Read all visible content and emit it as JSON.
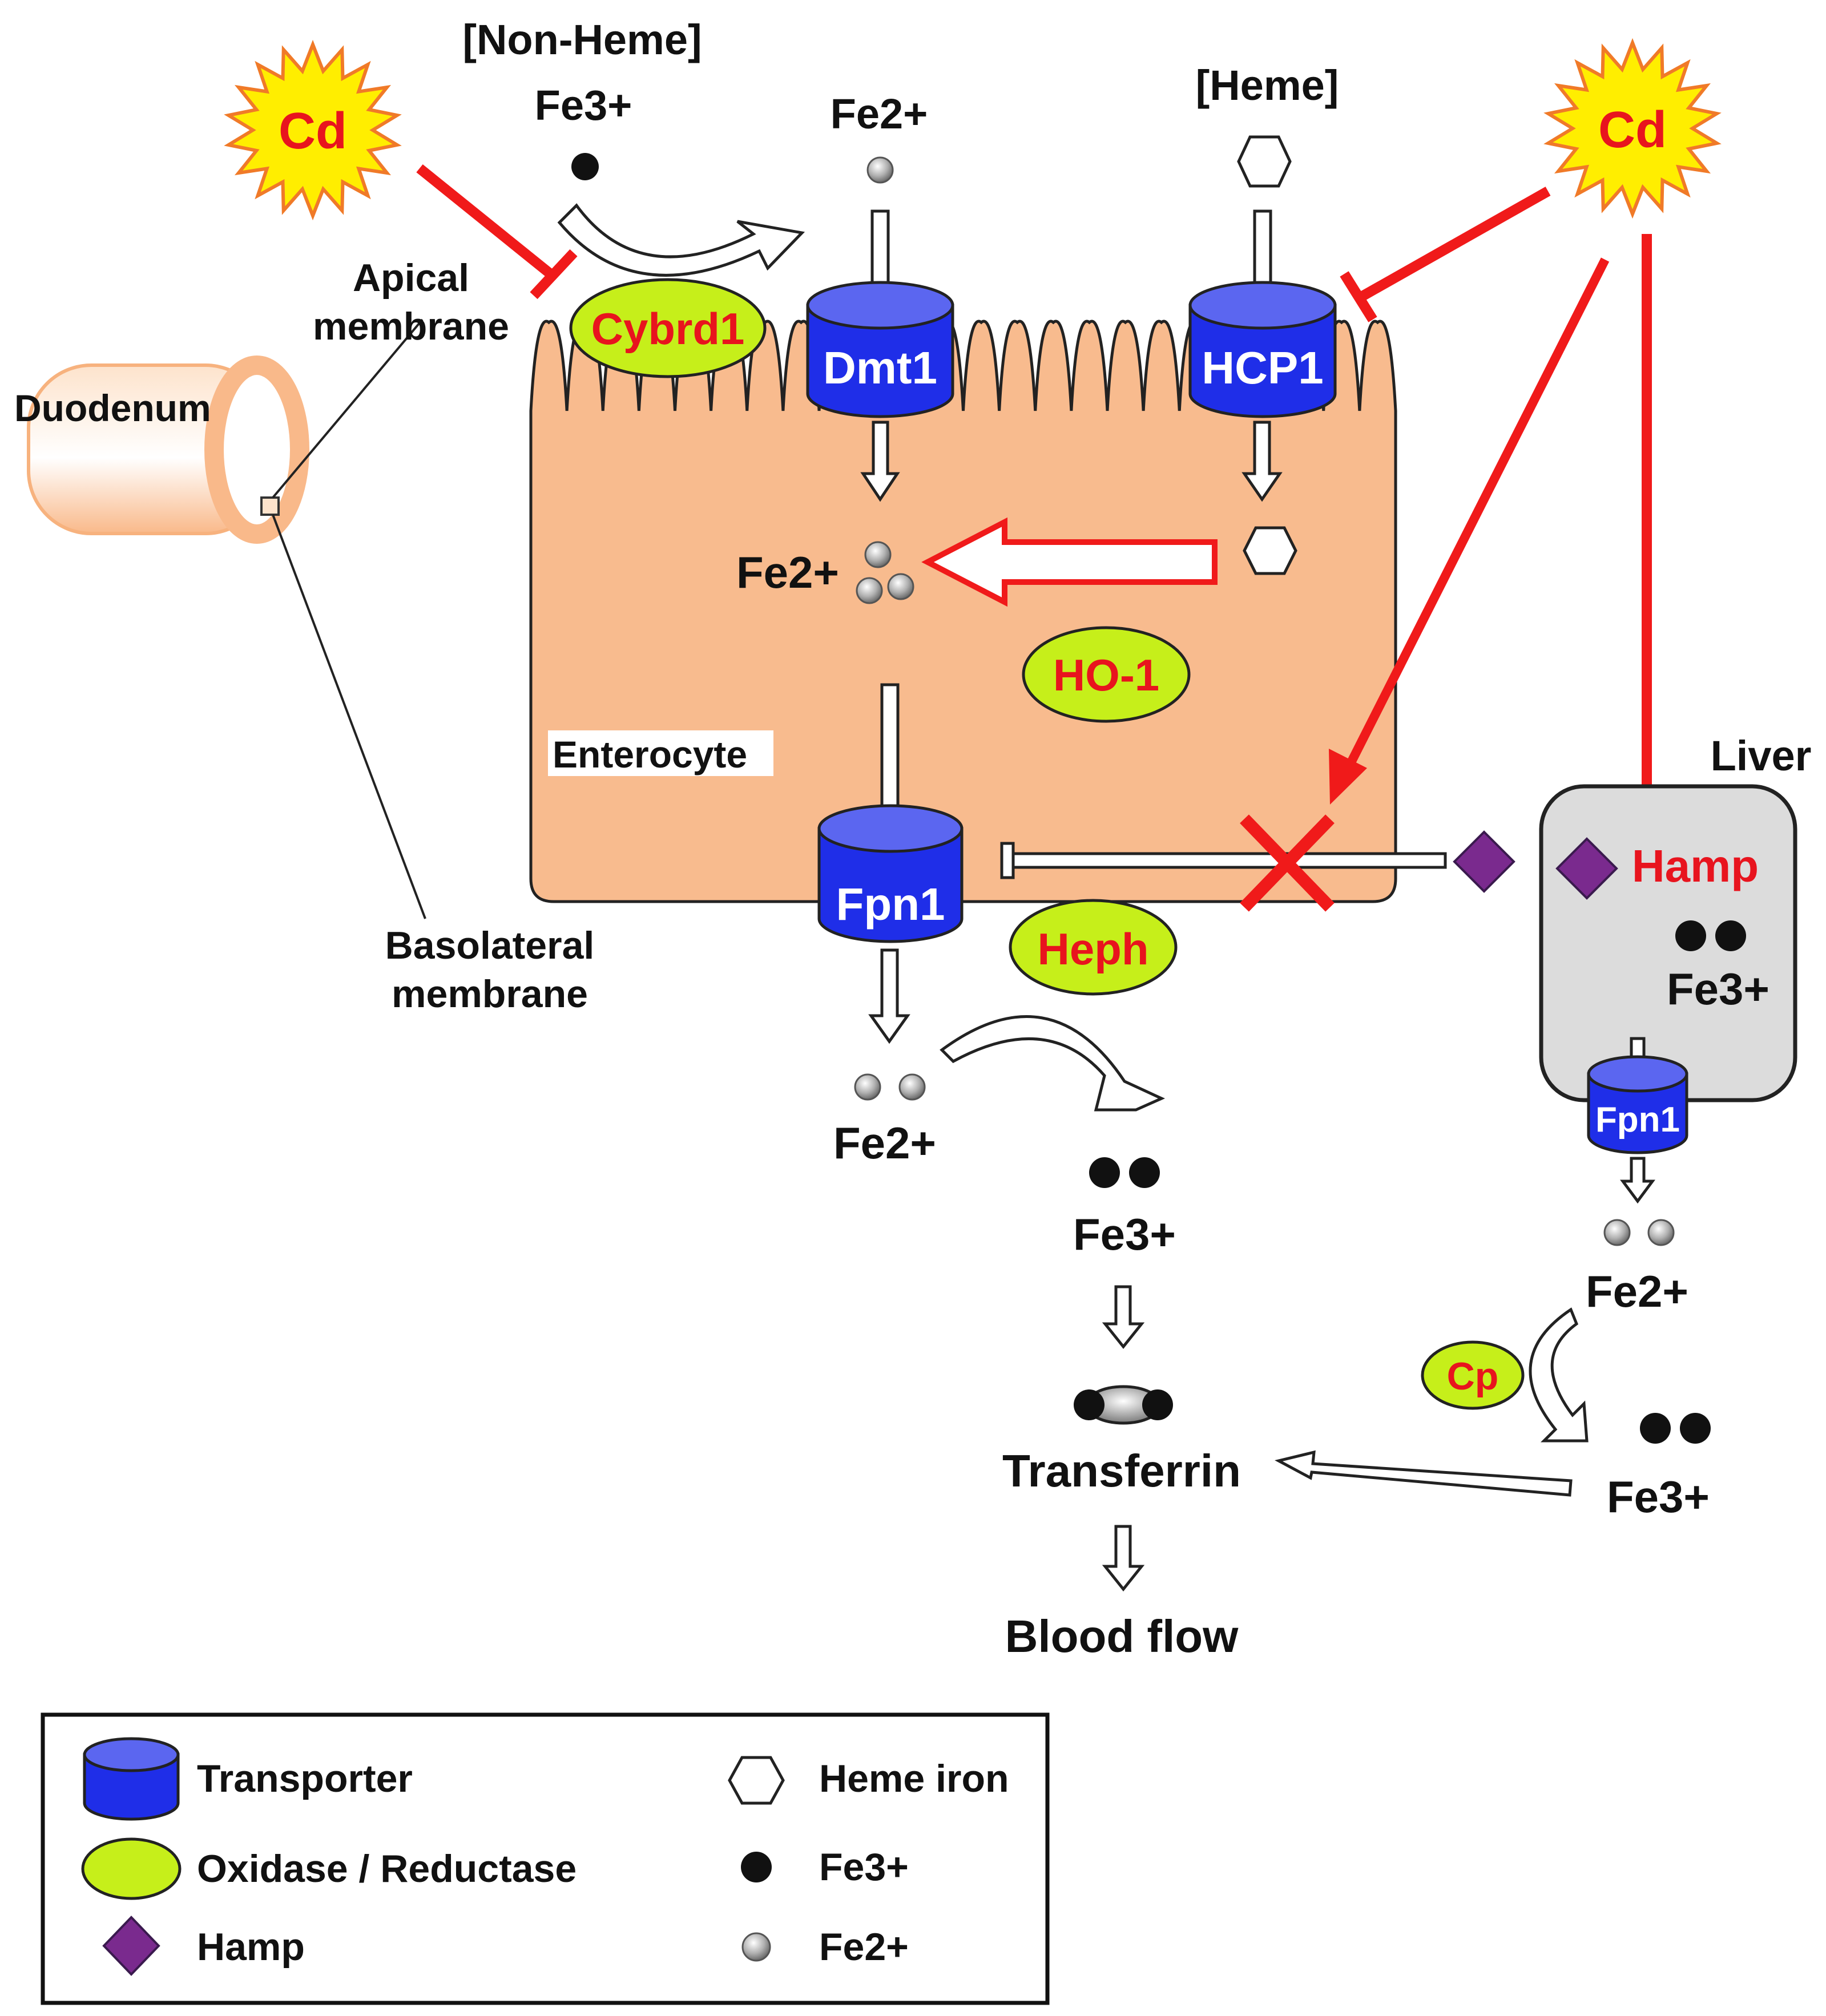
{
  "labels": {
    "non_heme": "[Non-Heme]",
    "heme": "[Heme]",
    "cd_left": "Cd",
    "cd_right": "Cd",
    "fe3_lumen": "Fe3+",
    "fe2_lumen": "Fe2+",
    "apical_membrane_line1": "Apical",
    "apical_membrane_line2": "membrane",
    "duodenum": "Duodenum",
    "cybrd1": "Cybrd1",
    "dmt1": "Dmt1",
    "hcp1": "HCP1",
    "fe2_cytosol": "Fe2+",
    "ho1": "HO-1",
    "enterocyte": "Enterocyte",
    "fpn1_enterocyte": "Fpn1",
    "heph": "Heph",
    "basolateral_line1": "Basolateral",
    "basolateral_line2": "membrane",
    "fe2_blood": "Fe2+",
    "fe3_blood": "Fe3+",
    "transferrin": "Transferrin",
    "blood_flow": "Blood flow",
    "liver": "Liver",
    "hamp": "Hamp",
    "fe3_liver": "Fe3+",
    "fpn1_liver": "Fpn1",
    "fe2_liver_out": "Fe2+",
    "cp": "Cp",
    "fe3_liver_out": "Fe3+"
  },
  "legend": {
    "transporter": "Transporter",
    "oxidase_reductase": "Oxidase / Reductase",
    "hamp": "Hamp",
    "heme_iron": "Heme iron",
    "fe3": "Fe3+",
    "fe2": "Fe2+"
  },
  "colors": {
    "cell": "#f8bb8e",
    "transporter": "#1f2ee8",
    "transporter_top": "#5b66f0",
    "enzyme": "#c6ef1a",
    "inhibit": "#f01a1a",
    "hamp": "#7a2a8e",
    "liver_fill": "#dcdcdc",
    "cd_fill": "#ffee00",
    "cd_stroke": "#f07a28"
  }
}
